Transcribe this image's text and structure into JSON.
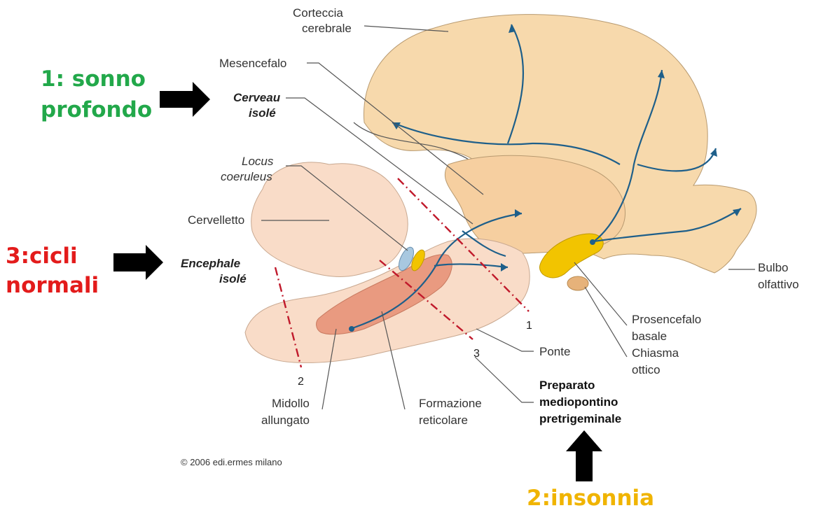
{
  "labels": {
    "corteccia": [
      "Corteccia",
      "cerebrale"
    ],
    "mesencefalo": "Mesencefalo",
    "cerveau": [
      "Cerveau",
      "isolé"
    ],
    "locus": [
      "Locus",
      "coeruleus"
    ],
    "cervelletto": "Cervelletto",
    "encephale": [
      "Encephale",
      "isolé"
    ],
    "midollo": [
      "Midollo",
      "allungato"
    ],
    "formazione": [
      "Formazione",
      "reticolare"
    ],
    "preparato": [
      "Preparato",
      "mediopontino",
      "pretrigeminale"
    ],
    "ponte": "Ponte",
    "chiasma": [
      "Chiasma",
      "ottico"
    ],
    "prosencefalo": [
      "Prosencefalo",
      "basale"
    ],
    "bulbo": [
      "Bulbo",
      "olfattivo"
    ]
  },
  "cut_numbers": {
    "cut1": "1",
    "cut2": "2",
    "cut3": "3"
  },
  "annotations": {
    "a1": [
      "1: sonno",
      "profondo"
    ],
    "a2": "2:insonnia",
    "a3": [
      "3:cicli",
      "normali"
    ]
  },
  "copyright": "© 2006 edi.ermes milano",
  "colors": {
    "brain": "#f7d9ac",
    "brainstem": "#f9dcc8",
    "reticular": "#e99a80",
    "nucleus_yellow": "#f2c400",
    "blue_tract": "#1e5f8a",
    "cut_line": "#c0192b",
    "green": "#22a84a",
    "red": "#e31b1b",
    "orange": "#f0b400"
  }
}
